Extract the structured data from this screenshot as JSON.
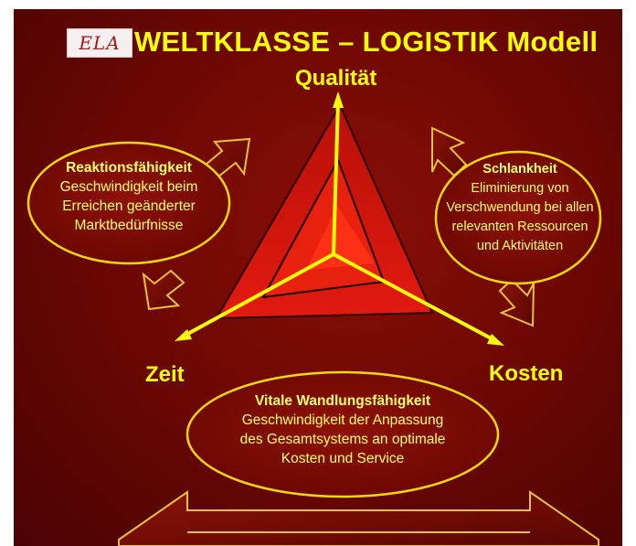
{
  "title": {
    "logo_text": "ELA",
    "text": "WELTKLASSE – LOGISTIK Modell"
  },
  "axes": {
    "top": "Qualität",
    "left": "Zeit",
    "right": "Kosten"
  },
  "boxes": {
    "left": {
      "heading": "Reaktionsfähigkeit",
      "lines": [
        "Geschwindigkeit beim",
        "Erreichen geänderter",
        "Marktbedürfnisse"
      ]
    },
    "right": {
      "heading": "Schlankheit",
      "lines": [
        "Eliminierung von",
        "Verschwendung bei allen",
        "relevanten Ressourcen",
        "und Aktivitäten"
      ]
    },
    "bottom": {
      "heading": "Vitale Wandlungsfähigkeit",
      "lines": [
        "Geschwindigkeit der Anpassung",
        "des Gesamtsystems an optimale",
        "Kosten und Service"
      ]
    }
  },
  "colors": {
    "background": "#6e0804",
    "accent": "#ffff00",
    "triangle_outer": "#d81a10",
    "triangle_inner": "#ff2a12"
  }
}
